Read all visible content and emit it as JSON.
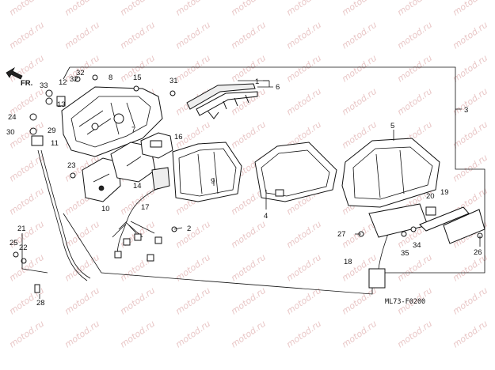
{
  "diagram": {
    "diagram_code": "ML73-F0200",
    "direction_label": "FR.",
    "watermark_text": "motod.ru",
    "callouts": [
      {
        "id": "c1",
        "text": "1"
      },
      {
        "id": "c2",
        "text": "2"
      },
      {
        "id": "c3",
        "text": "3"
      },
      {
        "id": "c4",
        "text": "4"
      },
      {
        "id": "c5",
        "text": "5"
      },
      {
        "id": "c6",
        "text": "6"
      },
      {
        "id": "c7",
        "text": "7"
      },
      {
        "id": "c8",
        "text": "8"
      },
      {
        "id": "c9",
        "text": "9"
      },
      {
        "id": "c10",
        "text": "10"
      },
      {
        "id": "c11",
        "text": "11"
      },
      {
        "id": "c12",
        "text": "12"
      },
      {
        "id": "c13",
        "text": "13"
      },
      {
        "id": "c14",
        "text": "14"
      },
      {
        "id": "c15",
        "text": "15"
      },
      {
        "id": "c16",
        "text": "16"
      },
      {
        "id": "c17",
        "text": "17"
      },
      {
        "id": "c18",
        "text": "18"
      },
      {
        "id": "c19",
        "text": "19"
      },
      {
        "id": "c20",
        "text": "20"
      },
      {
        "id": "c21",
        "text": "21"
      },
      {
        "id": "c22",
        "text": "22"
      },
      {
        "id": "c23",
        "text": "23"
      },
      {
        "id": "c24",
        "text": "24"
      },
      {
        "id": "c25",
        "text": "25"
      },
      {
        "id": "c26",
        "text": "26"
      },
      {
        "id": "c27",
        "text": "27"
      },
      {
        "id": "c28",
        "text": "28"
      },
      {
        "id": "c29",
        "text": "29"
      },
      {
        "id": "c30",
        "text": "30"
      },
      {
        "id": "c31",
        "text": "31"
      },
      {
        "id": "c32a",
        "text": "32"
      },
      {
        "id": "c32b",
        "text": "32"
      },
      {
        "id": "c33",
        "text": "33"
      },
      {
        "id": "c34",
        "text": "34"
      },
      {
        "id": "c35",
        "text": "35"
      }
    ]
  }
}
